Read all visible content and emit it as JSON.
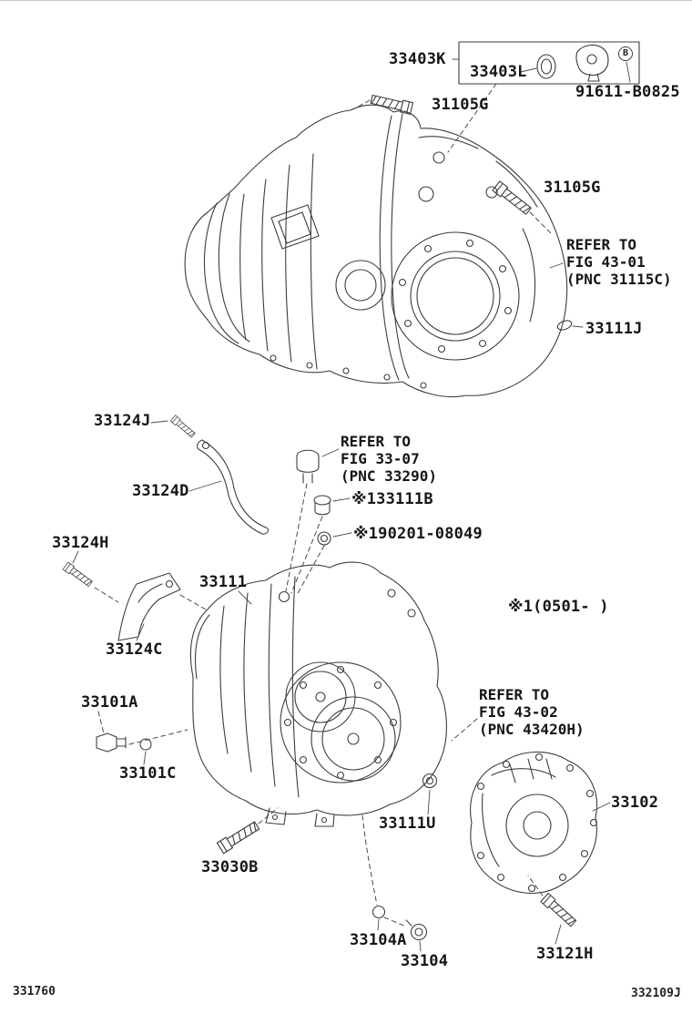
{
  "diagram": {
    "footer_left_code": "331760",
    "footer_right_code": "332109J",
    "applicability_note": "※1(0501-    )",
    "fastener_symbol": "B"
  },
  "parts": {
    "p33403K": "33403K",
    "p33403L": "33403L",
    "p91611B0825": "91611-B0825",
    "p31105G_top": "31105G",
    "p31105G_side": "31105G",
    "p33111J": "33111J",
    "p33124J": "33124J",
    "p33124D": "33124D",
    "p33111B": "※133111B",
    "p90201_08049": "※190201-08049",
    "p33124H": "33124H",
    "p33111": "33111",
    "p33124C": "33124C",
    "p33101A": "33101A",
    "p33101C": "33101C",
    "p33030B": "33030B",
    "p33111U": "33111U",
    "p33102": "33102",
    "p33104A": "33104A",
    "p33104": "33104",
    "p33121H": "33121H"
  },
  "references": {
    "fig_43_01": [
      "REFER TO",
      "FIG 43-01",
      "(PNC 31115C)"
    ],
    "fig_33_07": [
      "REFER TO",
      "FIG 33-07",
      "(PNC 33290)"
    ],
    "fig_43_02": [
      "REFER TO",
      "FIG 43-02",
      "(PNC 43420H)"
    ]
  }
}
